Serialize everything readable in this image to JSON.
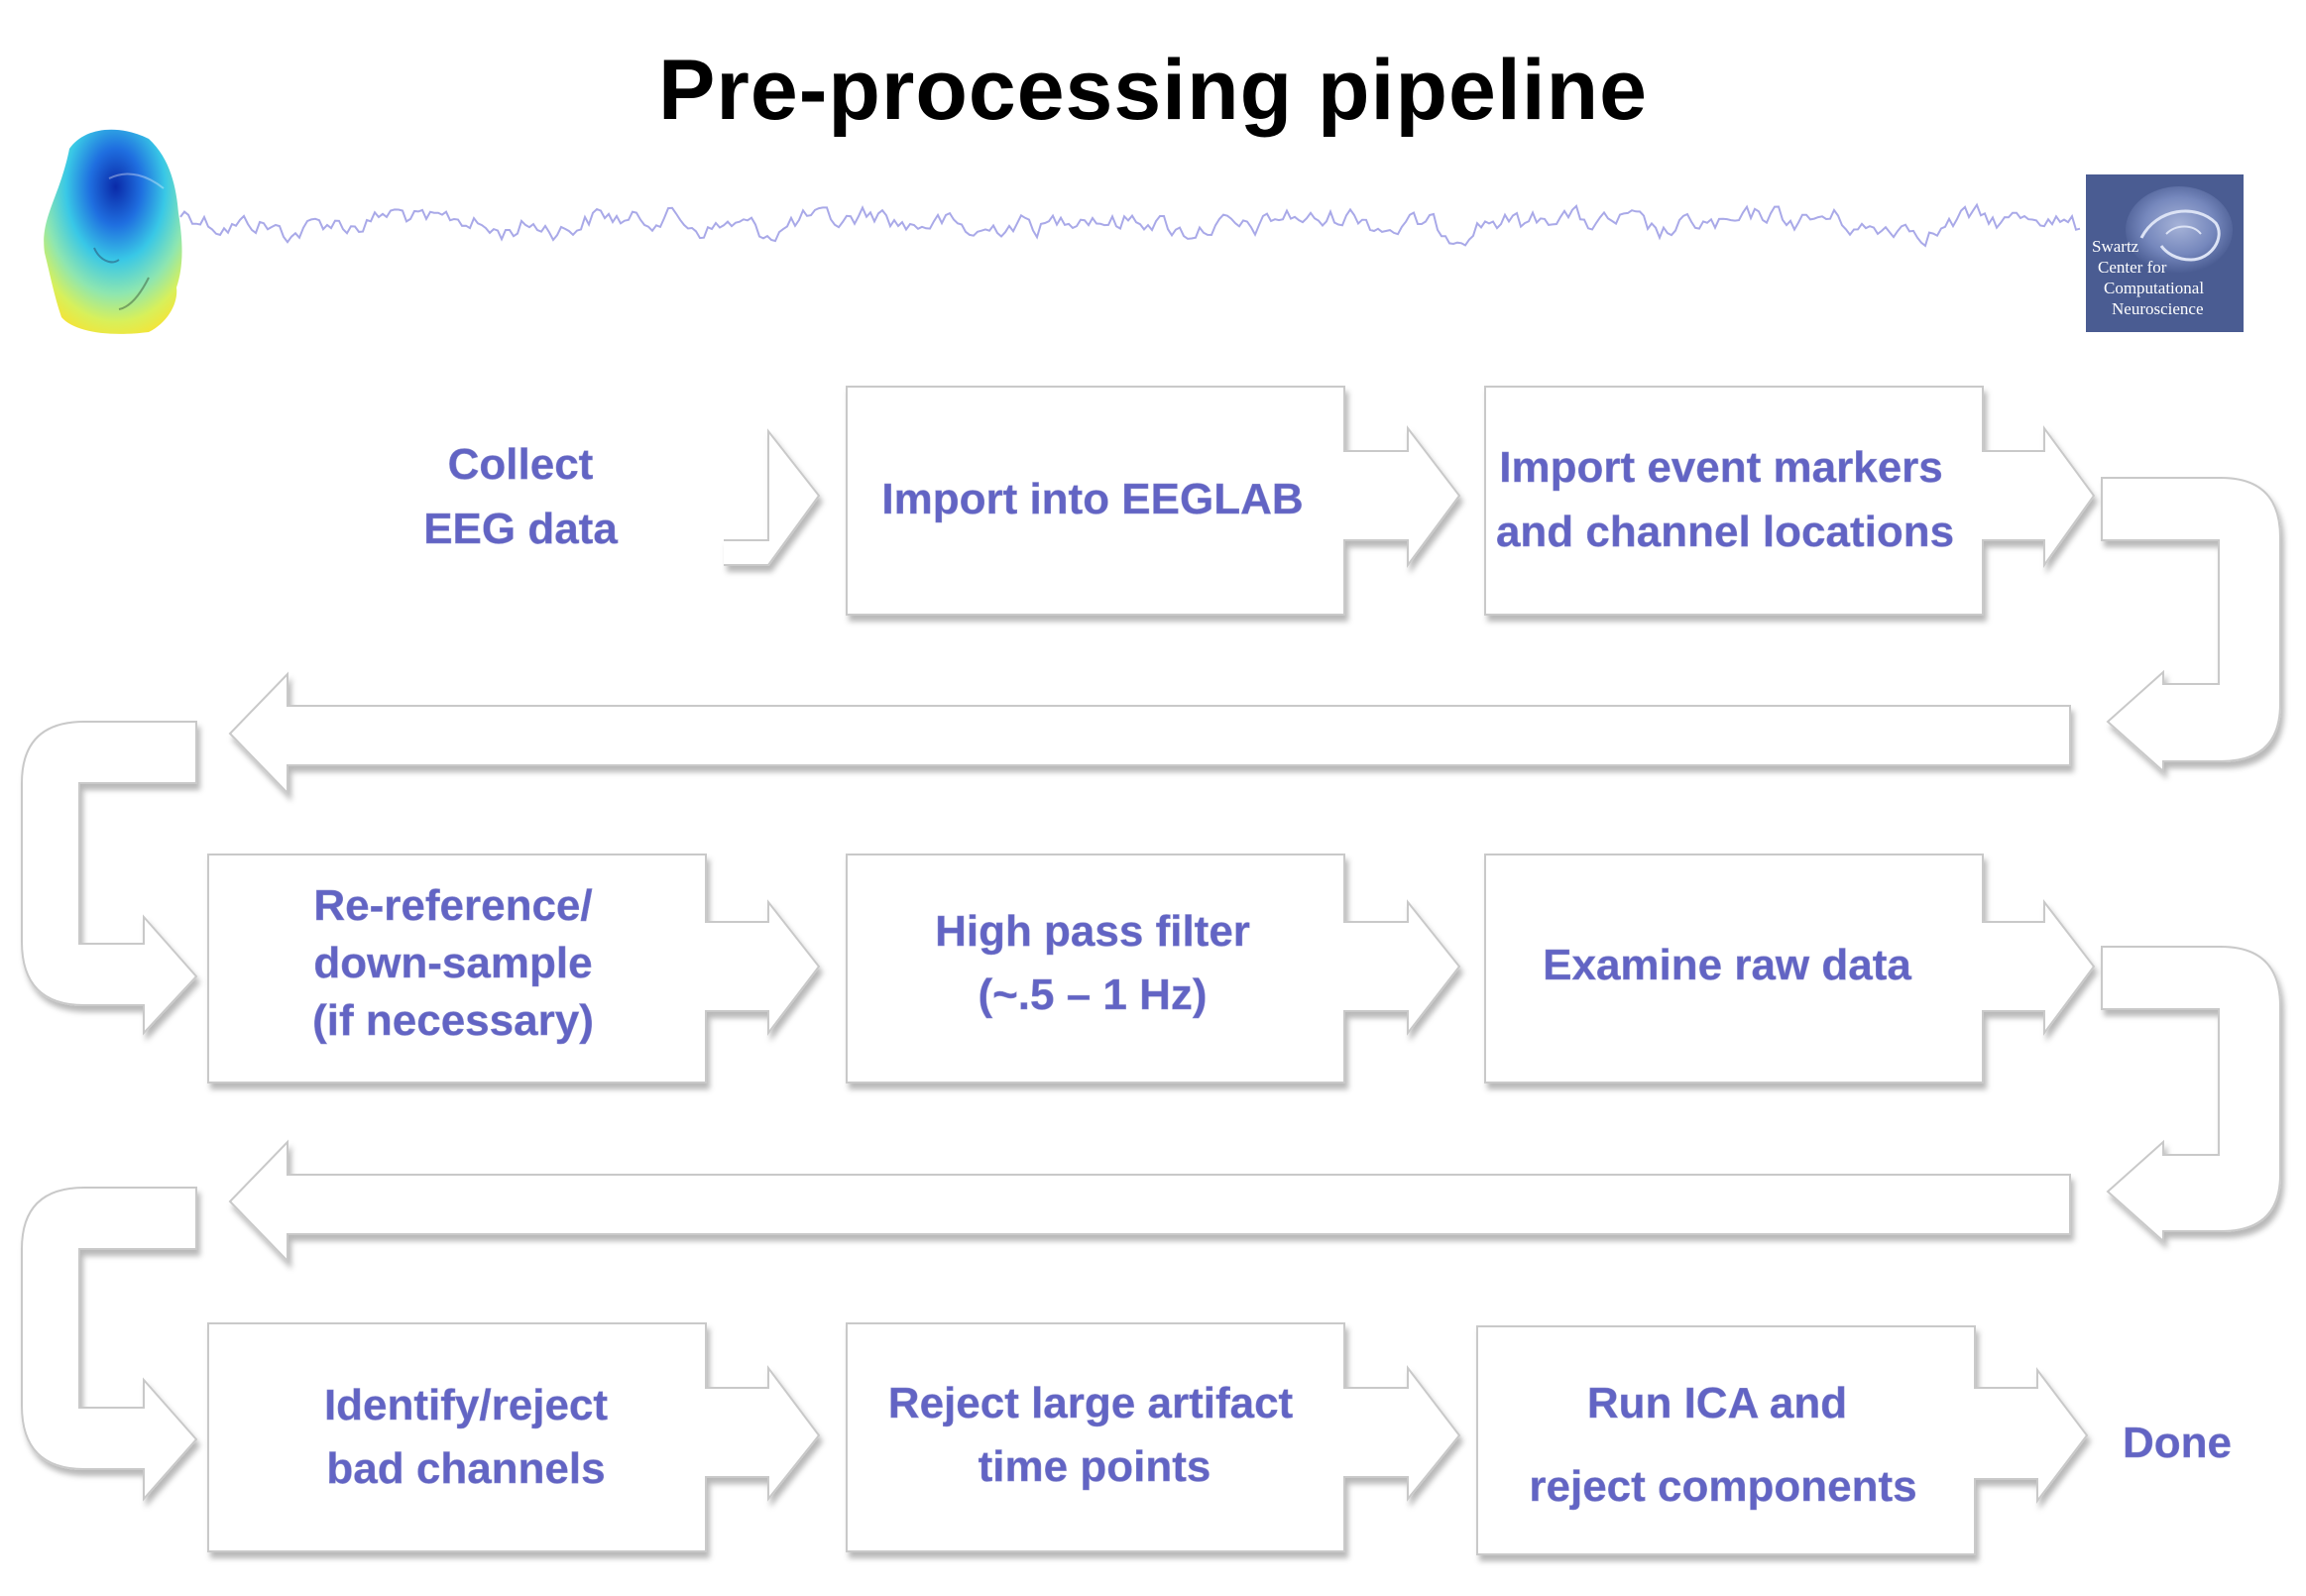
{
  "title": "Pre-processing pipeline",
  "logo": {
    "lines": [
      "Swartz",
      "Center for",
      "Computational",
      "Neuroscience"
    ]
  },
  "steps": {
    "collect": [
      "Collect",
      "EEG data"
    ],
    "import": [
      "Import into EEGLAB"
    ],
    "events": [
      "Import event markers",
      "and channel locations"
    ],
    "reref": [
      "Re-reference/",
      "down-sample",
      "(if necessary)"
    ],
    "highpass": [
      "High pass filter",
      "(~.5 – 1 Hz)"
    ],
    "examine": [
      "Examine raw data"
    ],
    "badchan": [
      "Identify/reject",
      "bad channels"
    ],
    "artifact": [
      "Reject large artifact",
      "time points"
    ],
    "ica": [
      "Run ICA and",
      "reject components"
    ],
    "done": [
      "Done"
    ]
  },
  "colors": {
    "text": "#6264c4",
    "arrow_fill": "#ffffff",
    "arrow_stroke": "#c9c9c9",
    "wave": "#a9a9e8",
    "logo_bg": "#4a5c92"
  }
}
